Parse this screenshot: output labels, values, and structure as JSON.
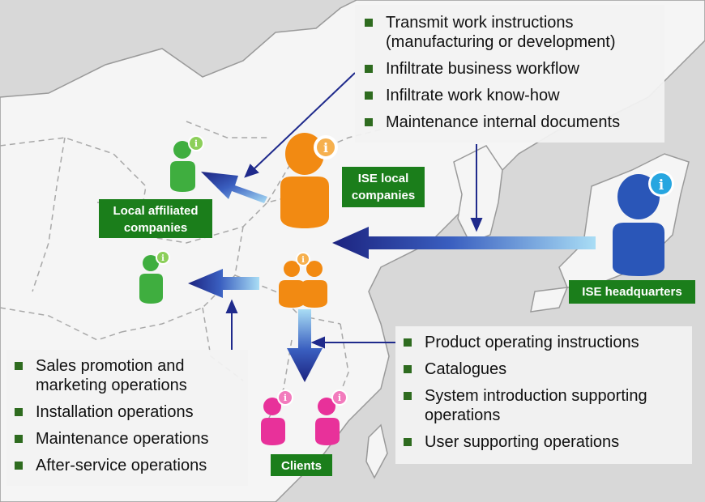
{
  "colors": {
    "sea": "#d6d6d6",
    "land": "#f4f4f4",
    "label_green": "#1b7e1b",
    "bullet_green": "#2e6b1f",
    "arrow_blue": "#1f2a8c",
    "orange": "#f28a12",
    "green": "#3fae3f",
    "pink": "#e8319a",
    "blue": "#2a56b8"
  },
  "top_panel": {
    "items": [
      "Transmit work instructions (manufacturing or development)",
      "Infiltrate business workflow",
      "Infiltrate work know-how",
      "Maintenance internal documents"
    ]
  },
  "right_panel": {
    "items": [
      "Product operating instructions",
      "Catalogues",
      "System introduction supporting operations",
      "User supporting operations"
    ]
  },
  "left_panel": {
    "items": [
      "Sales promotion and marketing operations",
      "Installation operations",
      "Maintenance operations",
      "After-service operations"
    ]
  },
  "labels": {
    "local_affiliated": "Local affiliated companies",
    "ise_local": "ISE local companies",
    "ise_hq": "ISE headquarters",
    "clients": "Clients"
  },
  "icons": {
    "info_badge": "info-icon",
    "person": "person-icon"
  }
}
